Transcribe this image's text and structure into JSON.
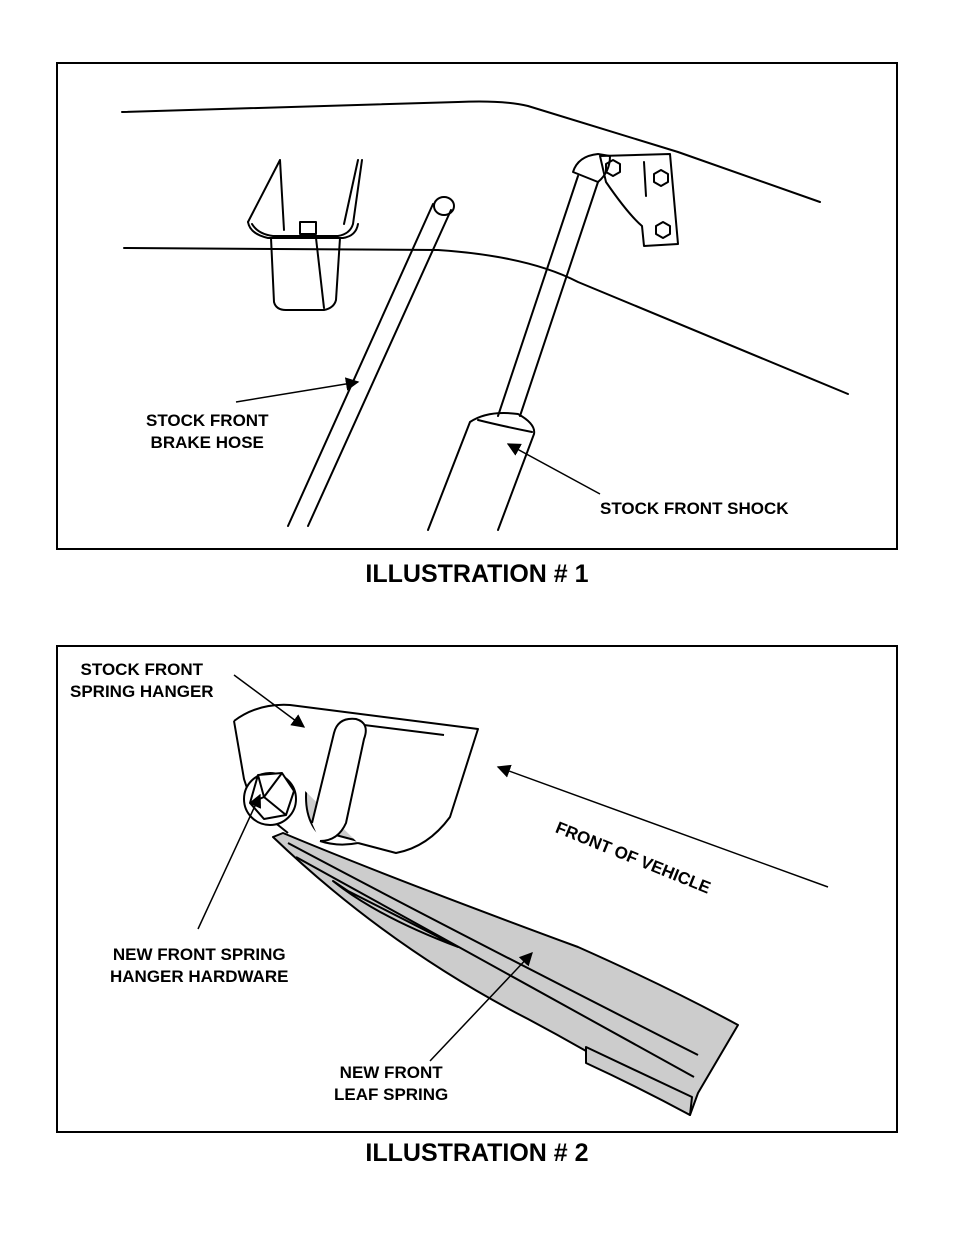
{
  "illustration1": {
    "caption": "ILLUSTRATION # 1",
    "labels": {
      "brake_hose_line1": "STOCK FRONT",
      "brake_hose_line2": "BRAKE HOSE",
      "shock": "STOCK FRONT SHOCK"
    }
  },
  "illustration2": {
    "caption": "ILLUSTRATION # 2",
    "labels": {
      "hanger_line1": "STOCK FRONT",
      "hanger_line2": "SPRING HANGER",
      "front_of_vehicle": "FRONT OF VEHICLE",
      "hardware_line1": "NEW FRONT SPRING",
      "hardware_line2": "HANGER HARDWARE",
      "leaf_line1": "NEW FRONT",
      "leaf_line2": "LEAF SPRING"
    }
  },
  "colors": {
    "line": "#000000",
    "spring_fill": "#cccccc",
    "background": "#ffffff"
  }
}
